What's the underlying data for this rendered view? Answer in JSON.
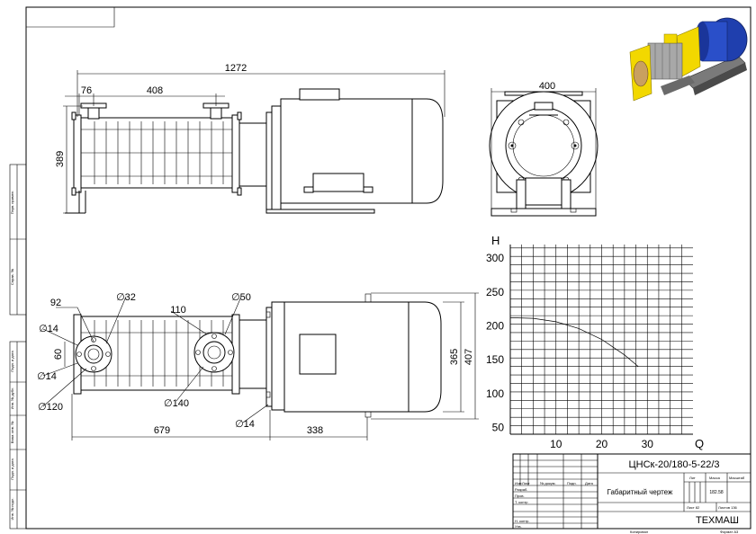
{
  "dimensions": {
    "top_total_length": "1272",
    "top_flange_offset": "76",
    "top_stage_length": "408",
    "top_height": "389",
    "end_view_width": "400",
    "plan_92": "92",
    "plan_d32": "∅32",
    "plan_d50": "∅50",
    "plan_110": "110",
    "plan_d14_a": "∅14",
    "plan_60": "60",
    "plan_d14_b": "∅14",
    "plan_d120": "∅120",
    "plan_d140": "∅140",
    "plan_d14_c": "∅14",
    "plan_679": "679",
    "plan_338": "338",
    "plan_365": "365",
    "plan_407": "407"
  },
  "chart_data": {
    "type": "line",
    "ylabel": "H",
    "xlabel": "Q",
    "x_ticks": [
      10,
      20,
      30
    ],
    "y_ticks": [
      50,
      100,
      150,
      200,
      250,
      300
    ],
    "xlim": [
      0,
      40
    ],
    "ylim": [
      40,
      320
    ],
    "grid": true,
    "series": [
      {
        "x": [
          0,
          5,
          10,
          15,
          20,
          25,
          28
        ],
        "y": [
          212,
          211,
          206,
          196,
          180,
          157,
          140
        ]
      }
    ]
  },
  "side_strips": {
    "items": [
      "Перв. примен.",
      "Справ. №",
      "Подп. и дата",
      "Инв. № дубл.",
      "Взам. инв. №",
      "Подп. и дата",
      "Инв. № подл."
    ]
  },
  "title_block": {
    "designation": "ЦНСк-20/180-5-22/3",
    "name": "Габаритный чертеж",
    "company": "ТЕХМАШ",
    "col_izm": "Изм",
    "col_list": "Лист",
    "col_docnum": "№ докум.",
    "col_sign": "Подп.",
    "col_date": "Дата",
    "row_develop": "Разраб.",
    "row_check": "Пров.",
    "row_tcontrol": "Т. контр",
    "row_ncontrol": "Н. контр.",
    "row_approve": "Утв.",
    "hdr_lit": "Лит",
    "hdr_mass": "Масса",
    "hdr_scale": "Масштаб",
    "mass_value": "182.58",
    "sheet": "Лист 82",
    "sheets": "Листов 136",
    "copied": "Копировал",
    "format": "Формат A3"
  }
}
